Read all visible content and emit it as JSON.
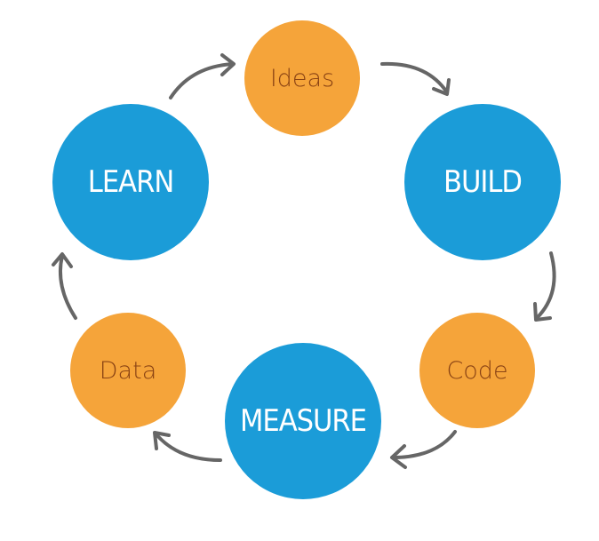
{
  "nodes": {
    "ideas": "Ideas",
    "build": "BUILD",
    "code": "Code",
    "measure": "MEASURE",
    "data": "Data",
    "learn": "LEARN"
  },
  "colors": {
    "primary": "#1b9cd8",
    "secondary": "#f5a43a",
    "secondary_text": "#8a4314",
    "arrow": "#666666"
  }
}
